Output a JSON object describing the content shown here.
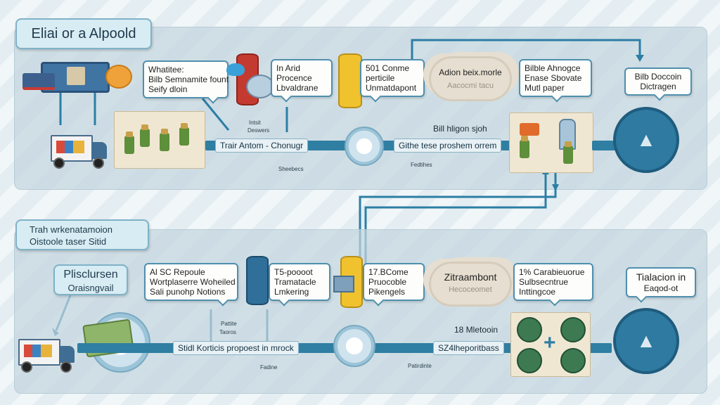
{
  "colors": {
    "accent": "#2f7fa2",
    "panel": "#c4d6de",
    "callout_border": "#4f8fae",
    "cloud": "#e6ded0"
  },
  "top": {
    "title": "Eliai or a Alpoold",
    "callouts": [
      {
        "lines": [
          "Whatitee:",
          "Bilb Semnamite fount",
          "Seify dloin"
        ]
      },
      {
        "lines": [
          "In Arid",
          "Procence",
          "Lbvaldrane"
        ]
      },
      {
        "lines": [
          "501 Conme",
          "perticile",
          "Unmatdapont"
        ]
      },
      {
        "lines": [
          "Bilble Ahnogce",
          "Enase Sbovate",
          "Mutl paper"
        ]
      },
      {
        "lines": [
          "Bilb Doccoin",
          "Dictragen"
        ]
      }
    ],
    "cloud": {
      "text": "Adion beix.morle",
      "faint": "Aacocmi tacu"
    },
    "track_label_left": "Trair Antom - Chonugr",
    "track_label_right": "Githe tese proshem orrem",
    "above_track_right": "Bill hligon sjoh",
    "small_labels": [
      "Intsit",
      "Deswers",
      "Sheebecs",
      "Fedtihes"
    ],
    "hub_icon": "gear-hub-icon",
    "end_icon": "triangle-node-icon"
  },
  "bottom": {
    "title_line1": "Trah wrkenatamoion",
    "title_line2": "Oistoole taser Sitid",
    "left_box_line1": "Plisclursen",
    "left_box_line2": "Oraisngvail",
    "callouts": [
      {
        "lines": [
          "Al SC Repoule",
          "Wortplaserre Woheiled",
          "Sali punohp Notions"
        ]
      },
      {
        "lines": [
          "T5-poooot",
          "Tramatacle",
          "Lmkering"
        ]
      },
      {
        "lines": [
          "17.BCome",
          "Pruocoble",
          "Pikengels"
        ]
      },
      {
        "lines": [
          "1% Carabieuorue",
          "Sulbsecntrue",
          "Inttingcoe"
        ]
      },
      {
        "lines": [
          "Tialacion in",
          "Eaqod-ot"
        ]
      }
    ],
    "cloud": {
      "text": "Zitraambont",
      "faint": "Hecoceomet"
    },
    "track_label_left": "Stidl Korticis propoest in mrock",
    "track_label_right": "SZ4lheporitbass",
    "above_track_right": "18 Mletooin",
    "small_labels": [
      "Pattite",
      "Taoros",
      "Fadine",
      "Patirdinte"
    ],
    "plus_symbol": "+",
    "hub_icon": "target-hub-icon",
    "end_icon": "triangle-node-icon"
  }
}
